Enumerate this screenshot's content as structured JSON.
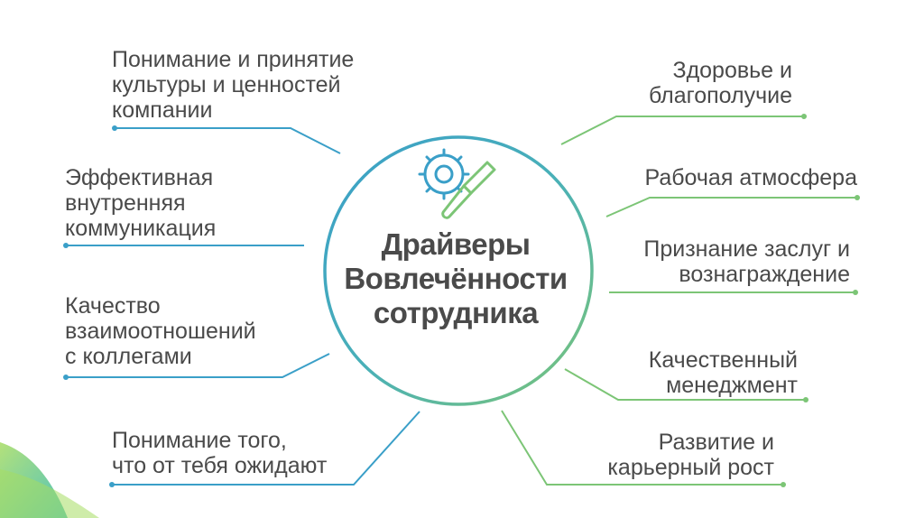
{
  "center": {
    "title": "Драйверы\nВовлечённости\nсотрудника",
    "icon": "gear-wrench-icon"
  },
  "left_items": [
    {
      "id": "culture",
      "label": "Понимание и принятие\nкультуры и ценностей\nкомпании"
    },
    {
      "id": "communication",
      "label": "Эффективная\nвнутренняя\nкоммуникация"
    },
    {
      "id": "relations",
      "label": "Качество\nвзаимоотношений\nс коллегами"
    },
    {
      "id": "expectations",
      "label": "Понимание того,\nчто от тебя ожидают"
    }
  ],
  "right_items": [
    {
      "id": "health",
      "label": "Здоровье и\nблагополучие"
    },
    {
      "id": "atmosphere",
      "label": "Рабочая атмосфера"
    },
    {
      "id": "recognition",
      "label": "Признание заслуг и\nвознаграждение"
    },
    {
      "id": "management",
      "label": "Качественный\nменеджмент"
    },
    {
      "id": "career",
      "label": "Развитие и\nкарьерный рост"
    }
  ],
  "colors": {
    "blue": "#3a9fc8",
    "green": "#7cc576",
    "text": "#4a4a4a",
    "decor_green": "#8fd16a",
    "decor_teal": "#2fb7b0"
  }
}
